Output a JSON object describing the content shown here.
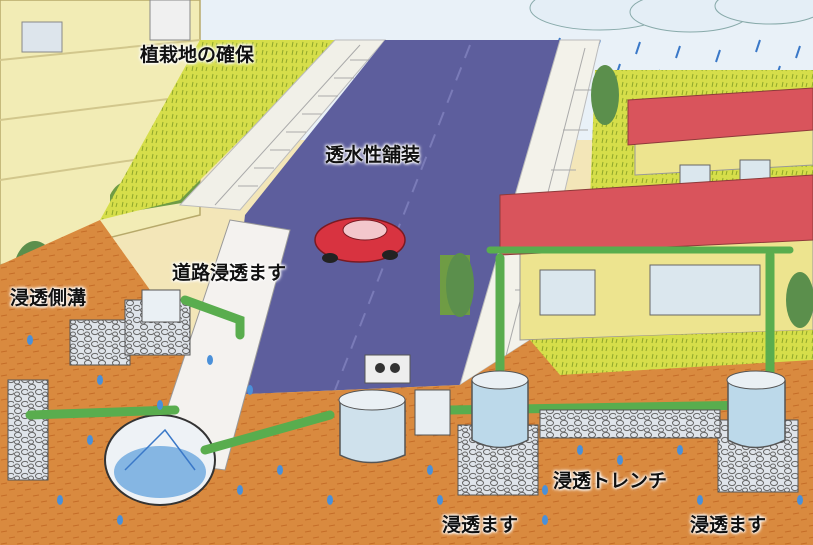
{
  "labels": {
    "planting": "植栽地の確保",
    "permeable_pavement": "透水性舗装",
    "road_infiltration_basin": "道路浸透ます",
    "infiltration_gutter": "浸透側溝",
    "infiltration_trench": "浸透トレンチ",
    "infiltration_basin_center": "浸透ます",
    "infiltration_basin_right": "浸透ます"
  },
  "colors": {
    "sky": "#e8f2fb",
    "soil": "#d7843a",
    "road": "#5e5fa0",
    "building_wall": "#ede48f",
    "lawn": "#c9d83a",
    "roof": "#d9545c",
    "pipe": "#59ad4e",
    "water": "#4a90d9",
    "car": "#d83340"
  }
}
